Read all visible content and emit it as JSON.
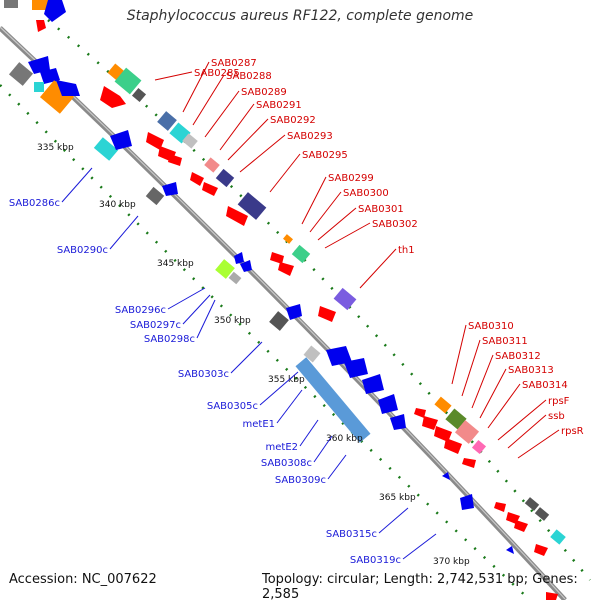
{
  "title": "Staphylococcus aureus RF122, complete genome",
  "footer": {
    "accession": "Accession: NC_007622",
    "topology": "Topology: circular; Length: 2,742,531 bp; Genes: 2,585"
  },
  "colors": {
    "forward_label": "#d40000",
    "reverse_label": "#1a1ad8",
    "backbone": "#8a8a8a",
    "tick": "#1a7a1a",
    "feature_red": "#ff0000",
    "feature_blue": "#0000ee"
  },
  "kbp_ticks": [
    "335 kbp",
    "340 kbp",
    "345 kbp",
    "350 kbp",
    "355 kbp",
    "360 kbp",
    "365 kbp",
    "370 kbp"
  ],
  "forward_labels": [
    "SAB0285",
    "SAB0287",
    "SAB0288",
    "SAB0289",
    "SAB0291",
    "SAB0292",
    "SAB0293",
    "SAB0295",
    "SAB0299",
    "SAB0300",
    "SAB0301",
    "SAB0302",
    "th1",
    "SAB0310",
    "SAB0311",
    "SAB0312",
    "SAB0313",
    "SAB0314",
    "rpsF",
    "ssb",
    "rpsR"
  ],
  "reverse_labels": [
    "SAB0286c",
    "SAB0290c",
    "SAB0296c",
    "SAB0297c",
    "SAB0298c",
    "SAB0303c",
    "SAB0305c",
    "metE1",
    "metE2",
    "SAB0308c",
    "SAB0309c",
    "SAB0315c",
    "SAB0319c"
  ]
}
